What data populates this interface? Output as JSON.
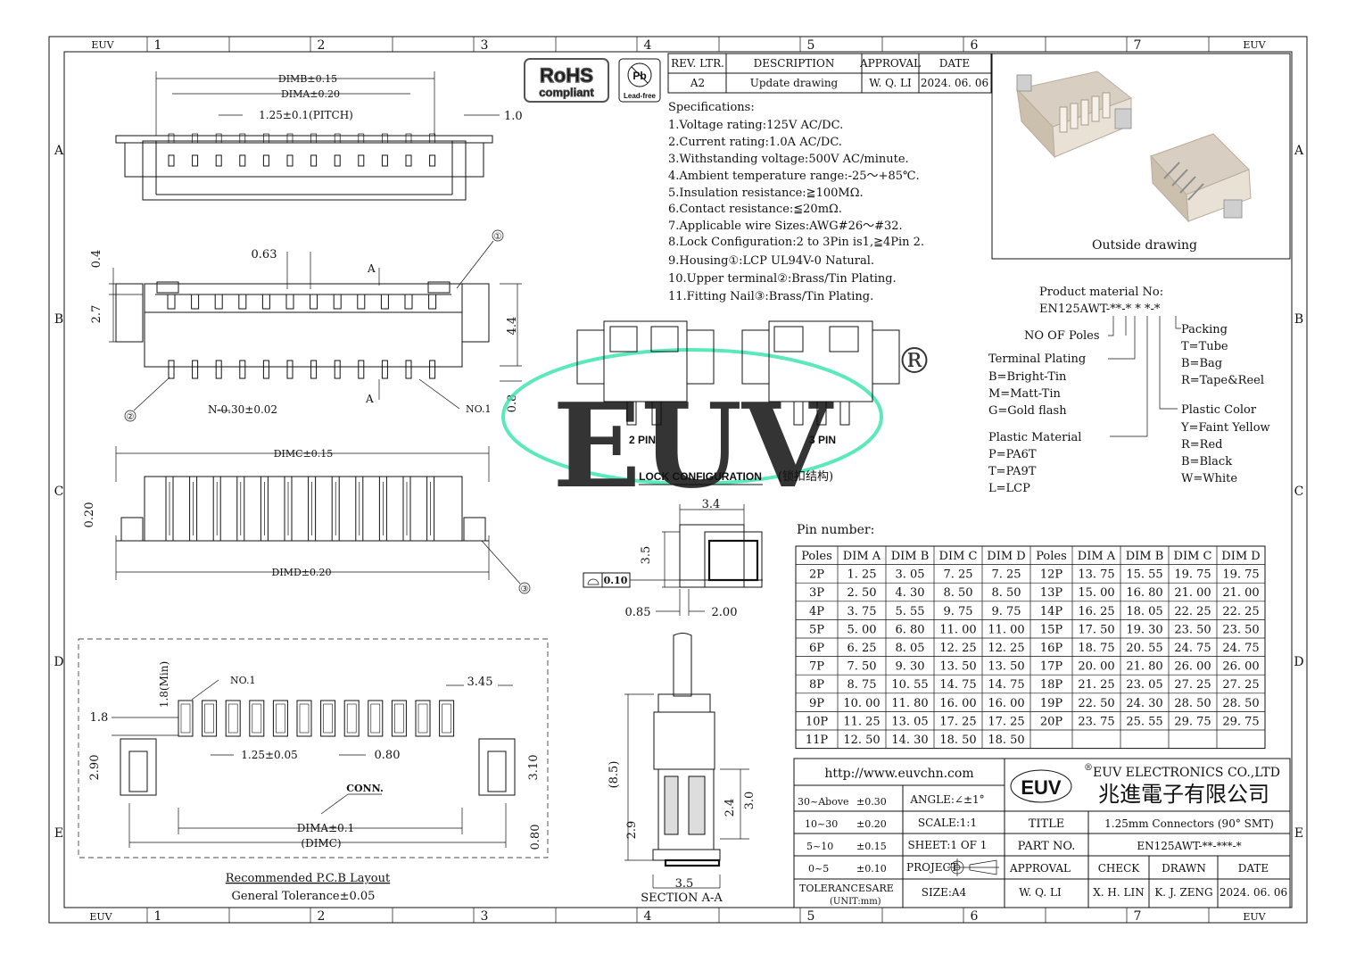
{
  "frame": {
    "cols": [
      "1",
      "2",
      "3",
      "4",
      "5",
      "6",
      "7"
    ],
    "rows": [
      "A",
      "B",
      "C",
      "D",
      "E"
    ],
    "corner_brand": "EUV"
  },
  "logos": {
    "rohs_top": "RoHS",
    "rohs_bottom": "compliant",
    "pb": "Pb",
    "leadfree": "Lead-free"
  },
  "revision": {
    "headers": [
      "REV. LTR.",
      "DESCRIPTION",
      "APPROVAL",
      "DATE"
    ],
    "row": [
      "A2",
      "Update drawing",
      "W. Q. LI",
      "2024. 06. 06"
    ]
  },
  "specifications": {
    "title": "Specifications:",
    "items": [
      "1.Voltage rating:125V AC/DC.",
      "2.Current rating:1.0A AC/DC.",
      "3.Withstanding voltage:500V AC/minute.",
      "4.Ambient temperature range:-25～+85℃.",
      "5.Insulation resistance:≧100MΩ.",
      "6.Contact resistance:≦20mΩ.",
      "7.Applicable wire Sizes:AWG#26～#32.",
      "8.Lock Configuration:2 to 3Pin is1,≧4Pin 2.",
      "9.Housing①:LCP UL94V-0 Natural.",
      "10.Upper terminal②:Brass/Tin Plating.",
      "11.Fitting Nail③:Brass/Tin Plating."
    ]
  },
  "outside_caption": "Outside drawing",
  "product_code": {
    "title": "Product material No:",
    "code": "EN125AWT-**-* * *-*",
    "poles_label": "NO OF Poles",
    "terminal_title": "Terminal Plating",
    "terminal_items": [
      "B=Bright-Tin",
      "M=Matt-Tin",
      "G=Gold flash"
    ],
    "material_title": "Plastic Material",
    "material_items": [
      "P=PA6T",
      "T=PA9T",
      "L=LCP"
    ],
    "packing_title": "Packing",
    "packing_items": [
      "T=Tube",
      "B=Bag",
      "R=Tape&Reel"
    ],
    "color_title": "Plastic Color",
    "color_items": [
      "Y=Faint Yellow",
      "R=Red",
      "B=Black",
      "W=White"
    ]
  },
  "watermark": {
    "text": "EUV",
    "mark": "®",
    "color": "#3fe6b0"
  },
  "lock": {
    "pin2": "2 PIN",
    "pin3": "3 PIN",
    "caption": "LOCK CONFIGURATION",
    "caption_cn": "(锁扣结构)"
  },
  "pin_table": {
    "title": "Pin number:",
    "headers": [
      "Poles",
      "DIM A",
      "DIM B",
      "DIM C",
      "DIM D"
    ],
    "left": [
      [
        "2P",
        "1. 25",
        "3. 05",
        "7. 25",
        "7. 25"
      ],
      [
        "3P",
        "2. 50",
        "4. 30",
        "8. 50",
        "8. 50"
      ],
      [
        "4P",
        "3. 75",
        "5. 55",
        "9. 75",
        "9. 75"
      ],
      [
        "5P",
        "5. 00",
        "6. 80",
        "11. 00",
        "11. 00"
      ],
      [
        "6P",
        "6. 25",
        "8. 05",
        "12. 25",
        "12. 25"
      ],
      [
        "7P",
        "7. 50",
        "9. 30",
        "13. 50",
        "13. 50"
      ],
      [
        "8P",
        "8. 75",
        "10. 55",
        "14. 75",
        "14. 75"
      ],
      [
        "9P",
        "10. 00",
        "11. 80",
        "16. 00",
        "16. 00"
      ],
      [
        "10P",
        "11. 25",
        "13. 05",
        "17. 25",
        "17. 25"
      ],
      [
        "11P",
        "12. 50",
        "14. 30",
        "18. 50",
        "18. 50"
      ]
    ],
    "right": [
      [
        "12P",
        "13. 75",
        "15. 55",
        "19. 75",
        "19. 75"
      ],
      [
        "13P",
        "15. 00",
        "16. 80",
        "21. 00",
        "21. 00"
      ],
      [
        "14P",
        "16. 25",
        "18. 05",
        "22. 25",
        "22. 25"
      ],
      [
        "15P",
        "17. 50",
        "19. 30",
        "23. 50",
        "23. 50"
      ],
      [
        "16P",
        "18. 75",
        "20. 55",
        "24. 75",
        "24. 75"
      ],
      [
        "17P",
        "20. 00",
        "21. 80",
        "26. 00",
        "26. 00"
      ],
      [
        "18P",
        "21. 25",
        "23. 05",
        "27. 25",
        "27. 25"
      ],
      [
        "19P",
        "22. 50",
        "24. 30",
        "28. 50",
        "28. 50"
      ],
      [
        "20P",
        "23. 75",
        "25. 55",
        "29. 75",
        "29. 75"
      ],
      [
        "",
        "",
        "",
        "",
        ""
      ]
    ]
  },
  "title_block": {
    "url": "http://www.euvchn.com",
    "logo": "EUV",
    "company_en": "EUV ELECTRONICS CO.,LTD",
    "company_cn": "兆進電子有限公司",
    "tol_rows": [
      [
        "30~Above",
        "±0.30"
      ],
      [
        "10~30",
        "±0.20"
      ],
      [
        "5~10",
        "±0.15"
      ],
      [
        "0~5",
        "±0.10"
      ]
    ],
    "angle": "ANGLE:∠±1°",
    "scale": "SCALE:1:1",
    "sheet": "SHEET:1 OF 1",
    "project": "PROJECT",
    "tolerances": "TOLERANCESARE",
    "unit": "(UNIT:mm)",
    "size": "SIZE:A4",
    "title_label": "TITLE",
    "title_value": "1.25mm Connectors (90° SMT)",
    "part_label": "PART NO.",
    "part_value": "EN125AWT-**-***-*",
    "sig_headers": [
      "APPROVAL",
      "CHECK",
      "DRAWN",
      "DATE"
    ],
    "sig_values": [
      "W. Q. LI",
      "X. H. LIN",
      "K. J. ZENG",
      "2024. 06. 06"
    ]
  },
  "dims": {
    "dimb": "DIMB±0.15",
    "dima": "DIMA±0.20",
    "pitch": "1.25±0.1(PITCH)",
    "one": "1.0",
    "d063": "0.63",
    "d04": "0.4",
    "d27": "2.7",
    "d44": "4.4",
    "d08": "0.8",
    "secA": "A",
    "npin": "N-0.30±0.02",
    "no1": "NO.1",
    "c1": "①",
    "c2": "②",
    "c3": "③",
    "dimc": "DIMC±0.15",
    "dimd": "DIMD±0.20",
    "d020": "0.20",
    "d34": "3.4",
    "d35": "3.5",
    "flat": "0.10",
    "d085": "0.85",
    "d200": "2.00",
    "pcb_18min": "1.8(Min)",
    "pcb_18": "1.8",
    "pcb_345": "3.45",
    "pcb_290": "2.90",
    "pcb_310": "3.10",
    "pcb_125": "1.25±0.05",
    "pcb_080": "0.80",
    "conn": "CONN.",
    "pcb_dima": "DIMA±0.1",
    "pcb_dimc": "(DIMC)",
    "pcb_080b": "0.80",
    "pcb_title": "Recommended P.C.B Layout",
    "pcb_tol": "General Tolerance±0.05",
    "sec_85": "(8.5)",
    "sec_29": "2.9",
    "sec_24": "2.4",
    "sec_30": "3.0",
    "sec_35": "3.5",
    "sec_title": "SECTION A-A"
  }
}
